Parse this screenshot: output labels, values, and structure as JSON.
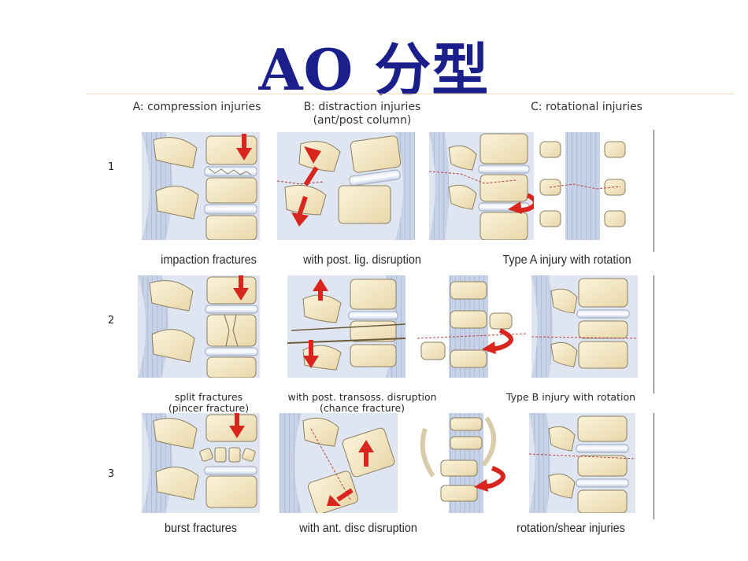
{
  "title": "AO 分型",
  "columns": {
    "a": "A: compression injuries",
    "b_line1": "B: distraction injuries",
    "b_line2": "(ant/post column)",
    "c": "C: rotational injuries"
  },
  "rows": [
    {
      "number": "1",
      "captions": [
        "impaction fractures",
        "with post. lig. disruption",
        "Type A injury with rotation"
      ]
    },
    {
      "number": "2",
      "captions": [
        "split fractures",
        "(pincer fracture)",
        "with post. transoss. disruption",
        "(chance fracture)",
        "Type B injury with rotation"
      ]
    },
    {
      "number": "3",
      "captions": [
        "burst fractures",
        "with ant. disc disruption",
        "rotation/shear injuries"
      ]
    }
  ],
  "colors": {
    "title": "#1a1f8c",
    "bone": "#f3e7c4",
    "bone_edge": "#8b7f62",
    "disc": "#cfd9ea",
    "ligament": "#b7c4da",
    "arrow": "#d8261e"
  }
}
